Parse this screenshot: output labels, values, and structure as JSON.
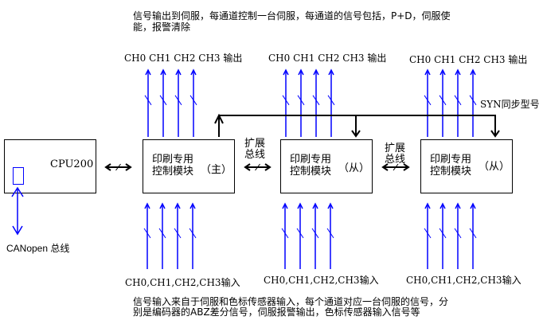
{
  "notes": {
    "top_line1": "信号输出到伺服，每通道控制一台伺服，每通道的信号包括，P+D，伺服使",
    "top_line2": "能，报警清除",
    "bottom_line1": "信号输入来自于伺服和色标传感器输入，每个通道对应一台伺服的信号，分",
    "bottom_line2": "别是编码器的ABZ差分信号，伺服报警输出，色标传感器输入信号等"
  },
  "cpu": {
    "label": "CPU200"
  },
  "canopen": {
    "label": "CANopen 总线"
  },
  "bus_label": {
    "line1": "扩展",
    "line2": "总线"
  },
  "sync_label": "SYN同步型号",
  "modules": [
    {
      "line1": "印刷专用",
      "line2": "控制模块",
      "role": "（主）",
      "output_label": "CH0 CH1  CH2 CH3 输出",
      "input_label": "CH0,CH1,CH2,CH3输入"
    },
    {
      "line1": "印刷专用",
      "line2": "控制模块",
      "role": "（从）",
      "output_label": "CH0 CH1  CH2 CH3 输出",
      "input_label": "CH0,CH1,CH2,CH3输入"
    },
    {
      "line1": "印刷专用",
      "line2": "控制模块",
      "role": "（从）",
      "output_label": "CH0 CH1  CH2 CH3 输出",
      "input_label": "CH0,CH1,CH2,CH3输入"
    }
  ],
  "colors": {
    "signal": "#0000ff",
    "bus": "#000000"
  }
}
